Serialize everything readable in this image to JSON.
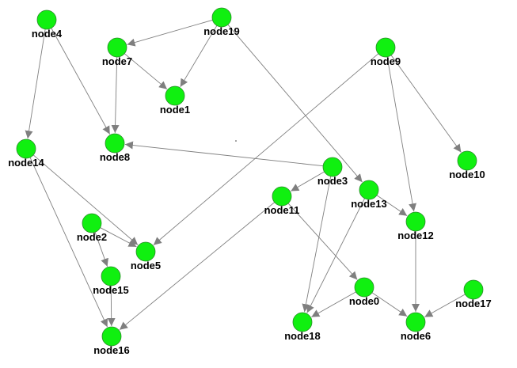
{
  "graph": {
    "node_color": "#10f010",
    "edge_color": "#7f7f7f",
    "arrowhead": "filled-triangle",
    "nodes": [
      {
        "id": "node0",
        "label": "node0"
      },
      {
        "id": "node1",
        "label": "node1"
      },
      {
        "id": "node2",
        "label": "node2"
      },
      {
        "id": "node3",
        "label": "node3"
      },
      {
        "id": "node4",
        "label": "node4"
      },
      {
        "id": "node5",
        "label": "node5"
      },
      {
        "id": "node6",
        "label": "node6"
      },
      {
        "id": "node7",
        "label": "node7"
      },
      {
        "id": "node8",
        "label": "node8"
      },
      {
        "id": "node9",
        "label": "node9"
      },
      {
        "id": "node10",
        "label": "node10"
      },
      {
        "id": "node11",
        "label": "node11"
      },
      {
        "id": "node12",
        "label": "node12"
      },
      {
        "id": "node13",
        "label": "node13"
      },
      {
        "id": "node14",
        "label": "node14"
      },
      {
        "id": "node15",
        "label": "node15"
      },
      {
        "id": "node16",
        "label": "node16"
      },
      {
        "id": "node17",
        "label": "node17"
      },
      {
        "id": "node18",
        "label": "node18"
      },
      {
        "id": "node19",
        "label": "node19"
      }
    ],
    "edges": [
      {
        "from": "node19",
        "to": "node7"
      },
      {
        "from": "node19",
        "to": "node1"
      },
      {
        "from": "node19",
        "to": "node13"
      },
      {
        "from": "node7",
        "to": "node1"
      },
      {
        "from": "node7",
        "to": "node8"
      },
      {
        "from": "node4",
        "to": "node14"
      },
      {
        "from": "node4",
        "to": "node8"
      },
      {
        "from": "node3",
        "to": "node8"
      },
      {
        "from": "node3",
        "to": "node11"
      },
      {
        "from": "node3",
        "to": "node18"
      },
      {
        "from": "node9",
        "to": "node5"
      },
      {
        "from": "node9",
        "to": "node10"
      },
      {
        "from": "node9",
        "to": "node12"
      },
      {
        "from": "node14",
        "to": "node5"
      },
      {
        "from": "node14",
        "to": "node16"
      },
      {
        "from": "node2",
        "to": "node5"
      },
      {
        "from": "node2",
        "to": "node15"
      },
      {
        "from": "node15",
        "to": "node16"
      },
      {
        "from": "node11",
        "to": "node16"
      },
      {
        "from": "node11",
        "to": "node0"
      },
      {
        "from": "node13",
        "to": "node12"
      },
      {
        "from": "node13",
        "to": "node18"
      },
      {
        "from": "node12",
        "to": "node6"
      },
      {
        "from": "node0",
        "to": "node18"
      },
      {
        "from": "node0",
        "to": "node6"
      },
      {
        "from": "node17",
        "to": "node6"
      }
    ]
  }
}
